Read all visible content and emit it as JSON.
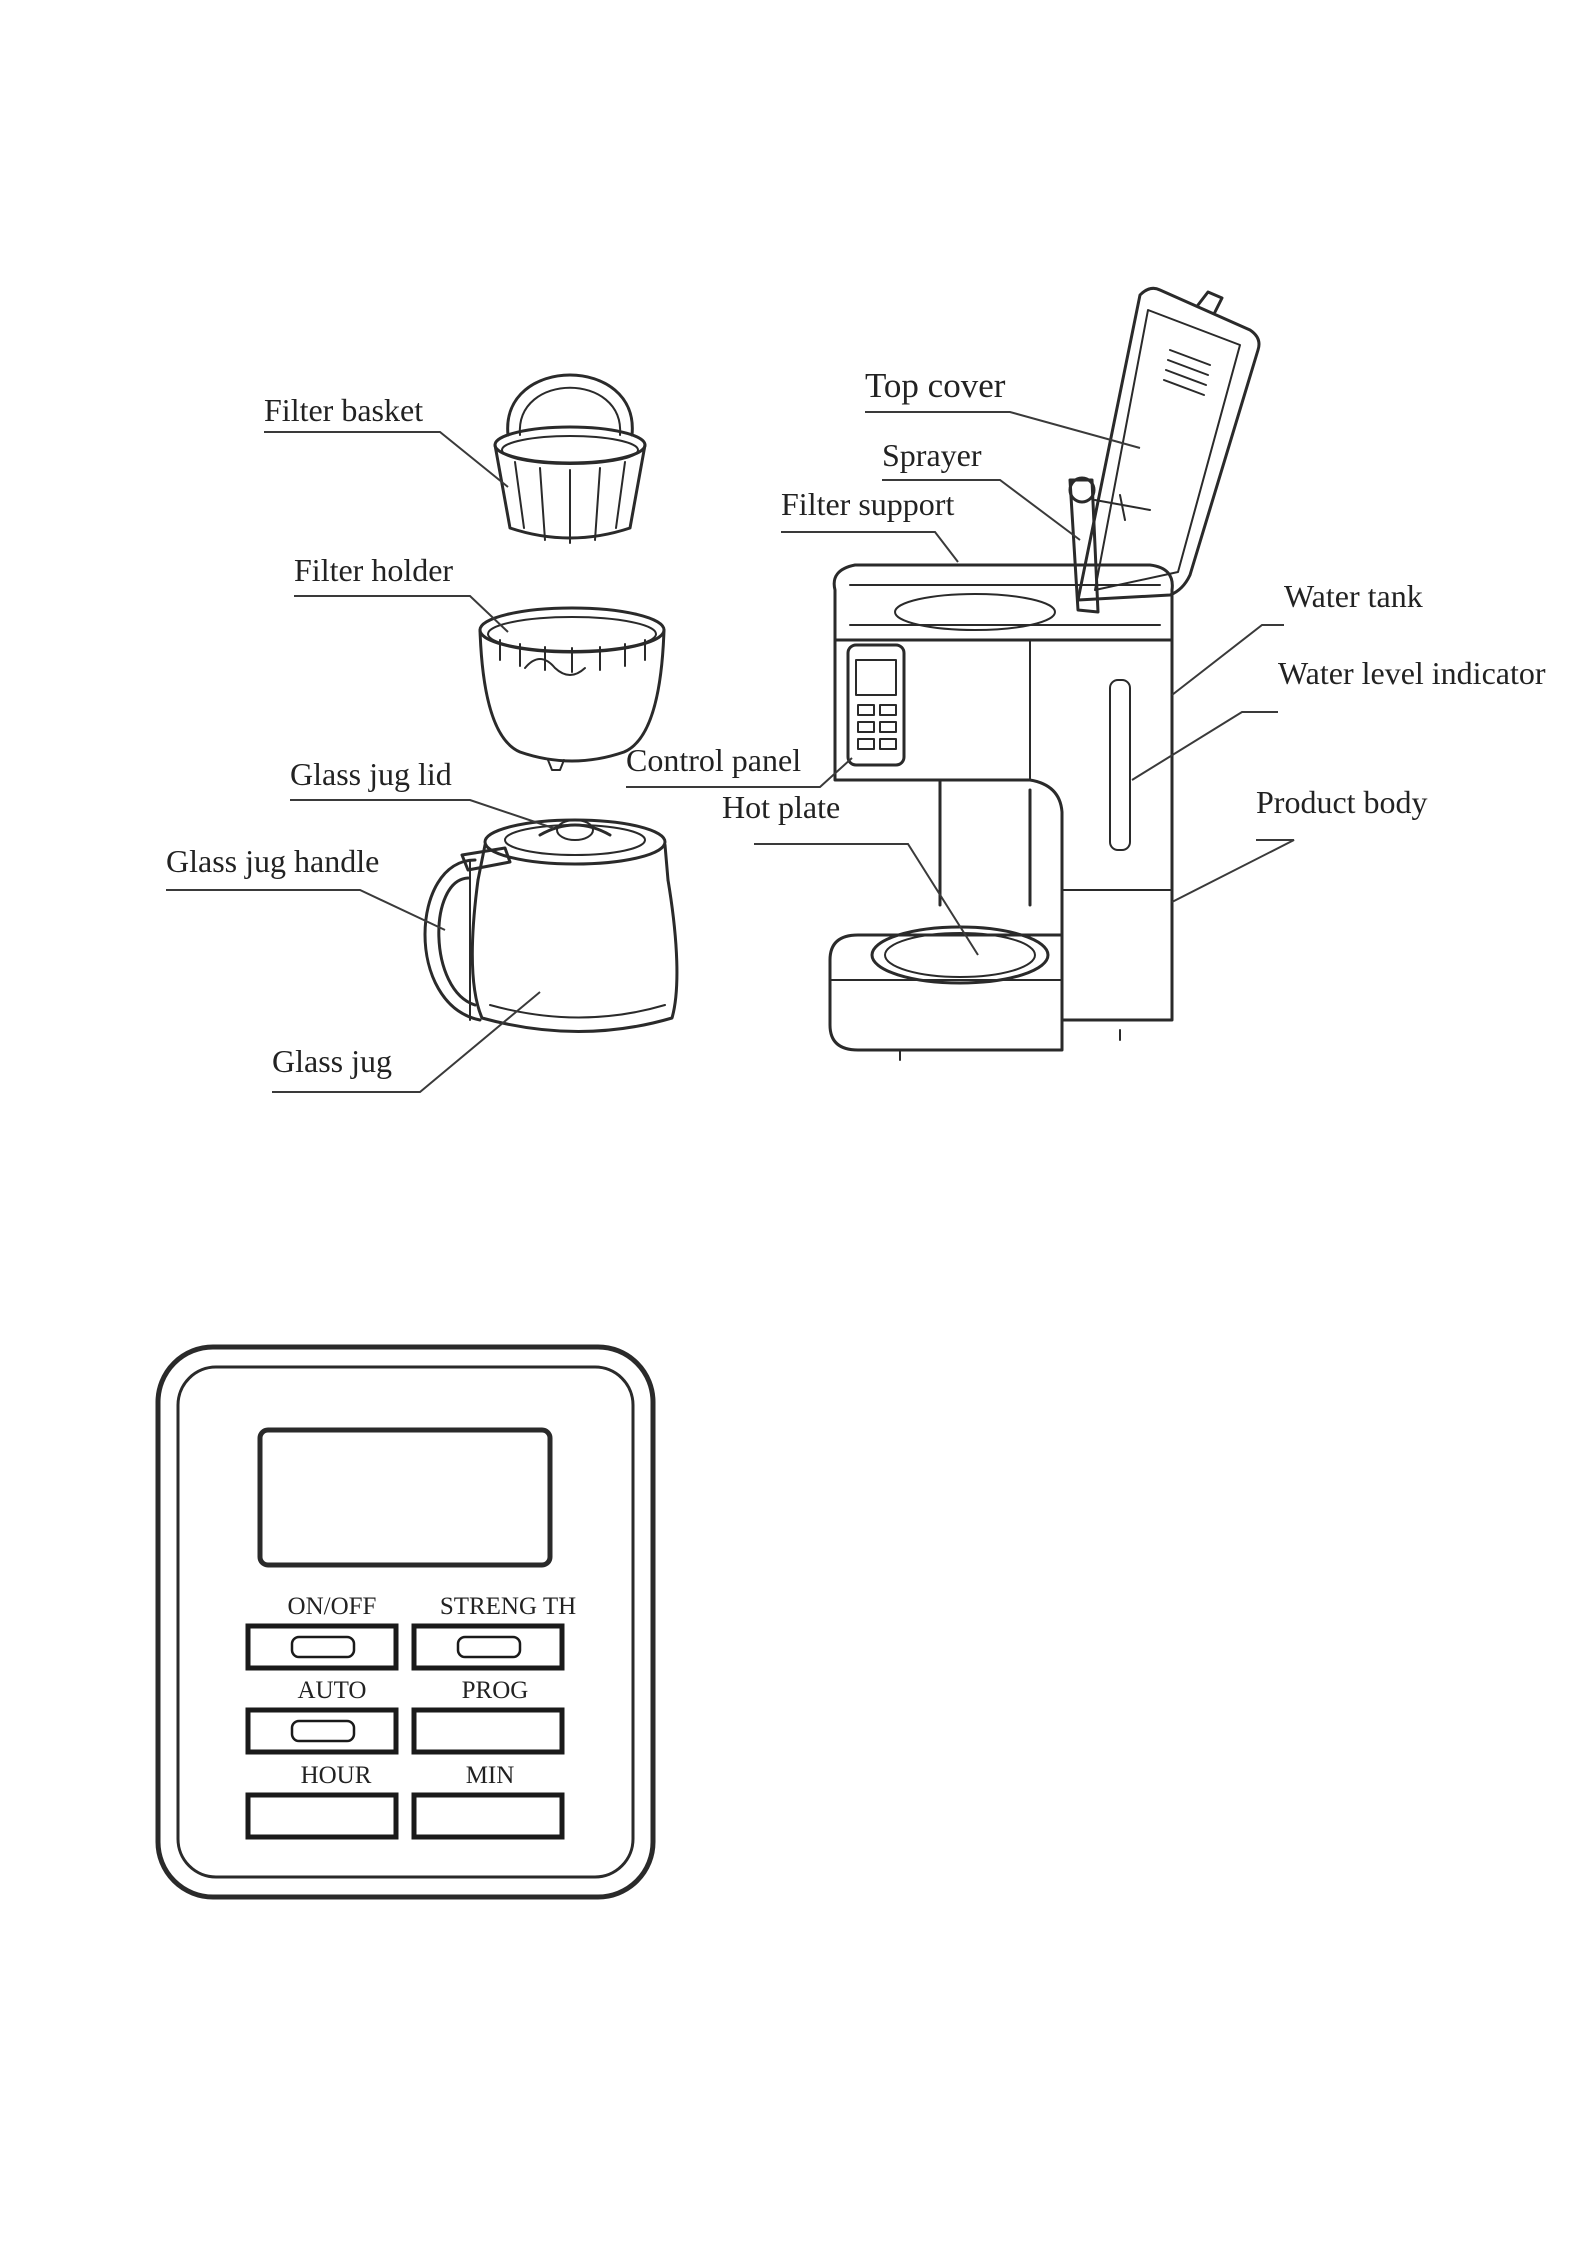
{
  "parts": {
    "filter_basket": "Filter basket",
    "filter_holder": "Filter holder",
    "glass_jug_lid": "Glass jug lid",
    "glass_jug_handle": "Glass jug handle",
    "glass_jug": "Glass jug",
    "top_cover": "Top cover",
    "sprayer": "Sprayer",
    "filter_support": "Filter support",
    "water_tank": "Water tank",
    "water_level_indicator": "Water level indicator",
    "control_panel": "Control panel",
    "hot_plate": "Hot plate",
    "product_body": "Product body"
  },
  "control_panel": {
    "buttons": {
      "on_off": "ON/OFF",
      "strength": "STRENG TH",
      "auto": "AUTO",
      "prog": "PROG",
      "hour": "HOUR",
      "min": "MIN"
    }
  }
}
